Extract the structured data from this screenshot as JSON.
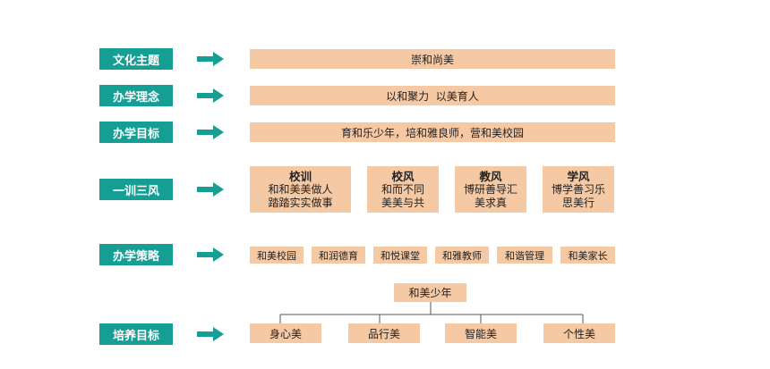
{
  "rows": {
    "culture": {
      "label": "文化主题",
      "text": "崇和尚美"
    },
    "philosophy": {
      "label": "办学理念",
      "text": "以和聚力  以美育人"
    },
    "goal": {
      "label": "办学目标",
      "text": "育和乐少年，培和雅良师，营和美校园"
    },
    "spirit": {
      "label": "一训三风",
      "items": [
        {
          "title": "校训",
          "line1": "和和美美做人",
          "line2": "踏踏实实做事"
        },
        {
          "title": "校风",
          "line1": "和而不同",
          "line2": "美美与共"
        },
        {
          "title": "教风",
          "line1": "博研善导汇",
          "line2": "美求真"
        },
        {
          "title": "学风",
          "line1": "博学善习乐",
          "line2": "思美行"
        }
      ]
    },
    "strategy": {
      "label": "办学策略",
      "items": [
        "和美校园",
        "和润德育",
        "和悦课堂",
        "和雅教师",
        "和谐管理",
        "和美家长"
      ]
    },
    "training": {
      "label": "培养目标",
      "root": "和美少年",
      "items": [
        "身心美",
        "品行美",
        "智能美",
        "个性美"
      ]
    }
  },
  "colors": {
    "label_bg": "#159f94",
    "arrow": "#159f94",
    "box_bg": "#f6c9a5",
    "line": "#555555"
  },
  "icons": {
    "arrow": "right-arrow-icon"
  }
}
